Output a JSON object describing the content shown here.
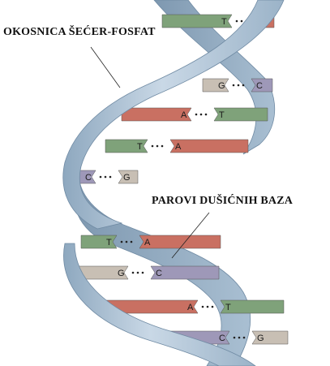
{
  "labels": {
    "backbone": "OKOSNICA ŠEĆER-FOSFAT",
    "base_pairs": "PAROVI DUŠIĆNIH BAZA"
  },
  "colors": {
    "background": "#ffffff",
    "strand_light": "#c6d6e4",
    "strand_mid": "#9fb7cc",
    "strand_dark": "#7f9bb4",
    "A": "#c97062",
    "T": "#7fa27a",
    "G": "#c8bfb4",
    "C": "#9e98b8"
  },
  "base_pairs": [
    {
      "left": "T",
      "right": "A"
    },
    {
      "left": "G",
      "right": "C"
    },
    {
      "left": "A",
      "right": "T"
    },
    {
      "left": "T",
      "right": "A"
    },
    {
      "left": "C",
      "right": "G"
    },
    {
      "left": "T",
      "right": "A"
    },
    {
      "left": "G",
      "right": "C"
    },
    {
      "left": "A",
      "right": "T"
    },
    {
      "left": "C",
      "right": "G"
    }
  ]
}
